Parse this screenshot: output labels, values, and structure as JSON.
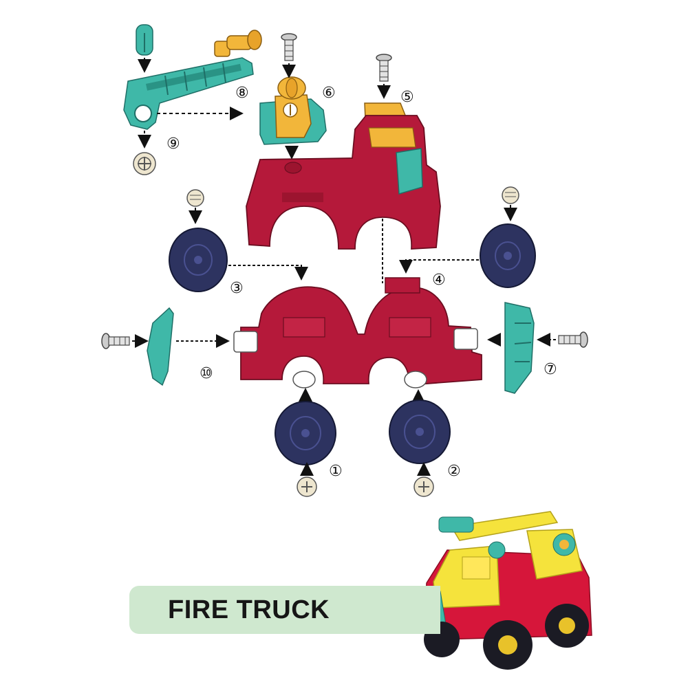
{
  "title": "FIRE TRUCK",
  "steps": {
    "s1": "①",
    "s2": "②",
    "s3": "③",
    "s4": "④",
    "s5": "⑤",
    "s6": "⑥",
    "s7": "⑦",
    "s8": "⑧",
    "s9": "⑨",
    "s10": "⑩"
  },
  "colors": {
    "body_red": "#b5193a",
    "teal": "#3fb8a8",
    "yellow": "#f2b63a",
    "wheel_navy": "#2d3360",
    "banner_green": "#cfe8cf"
  }
}
